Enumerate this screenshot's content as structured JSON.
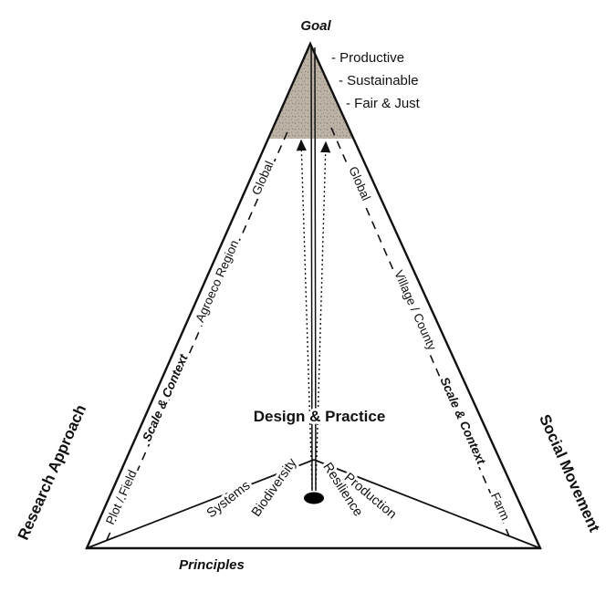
{
  "goal": {
    "label": "Goal",
    "items": [
      "- Productive",
      "- Sustainable",
      "- Fair & Just"
    ]
  },
  "edges": {
    "left": "Research Approach",
    "right": "Social Movement",
    "base": "Principles"
  },
  "center": {
    "label": "Design & Practice"
  },
  "left_scale": [
    "Plot / Field",
    "Scale & Context",
    "Agroeco Region",
    "Global"
  ],
  "right_scale": [
    "Global",
    "Village / County",
    "Scale & Context",
    "Farm"
  ],
  "principles": [
    "Systems",
    "Biodiversity",
    "Resilience",
    "Production"
  ],
  "colors": {
    "shade": "#bdb4a7",
    "speck": "#857c6f",
    "line": "#111111"
  }
}
